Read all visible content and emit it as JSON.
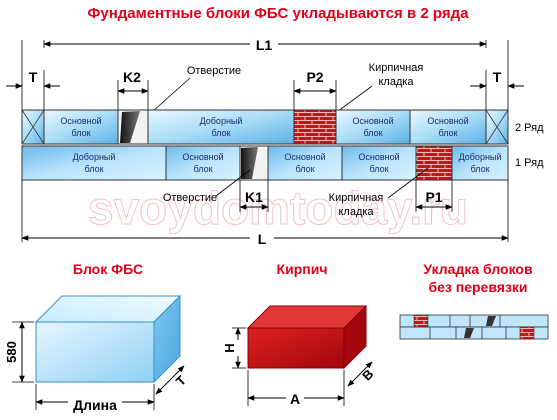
{
  "title": "Фундаментные блоки ФБС укладываются в 2 ряда",
  "watermark": "svoydomtoday.ru",
  "dims": {
    "L1": "L1",
    "L": "L",
    "T": "T",
    "K1": "K1",
    "K2": "K2",
    "P1": "P1",
    "P2": "P2"
  },
  "labels": {
    "hole": "Отверстие",
    "brick_1": "Кирпичная",
    "brick_2": "кладка",
    "row2": "2 Ряд",
    "row1": "1 Ряд"
  },
  "blocks": {
    "main_1": "Основной",
    "main_2": "блок",
    "extra_1": "Доборный",
    "extra_2": "блок"
  },
  "sections": {
    "fbs": "Блок ФБС",
    "brick": "Кирпич",
    "laying_1": "Укладка блоков",
    "laying_2": "без перевязки"
  },
  "fbs_dims": {
    "height": "580",
    "length": "Длина",
    "thickness": "T"
  },
  "brick_dims": {
    "height": "H",
    "length": "A",
    "width": "B"
  },
  "colors": {
    "title": "#e0001b",
    "block_light": "#cfeefc",
    "block_mid": "#7fc2ec",
    "brick": "#c0101a",
    "dim_line": "#000000"
  }
}
